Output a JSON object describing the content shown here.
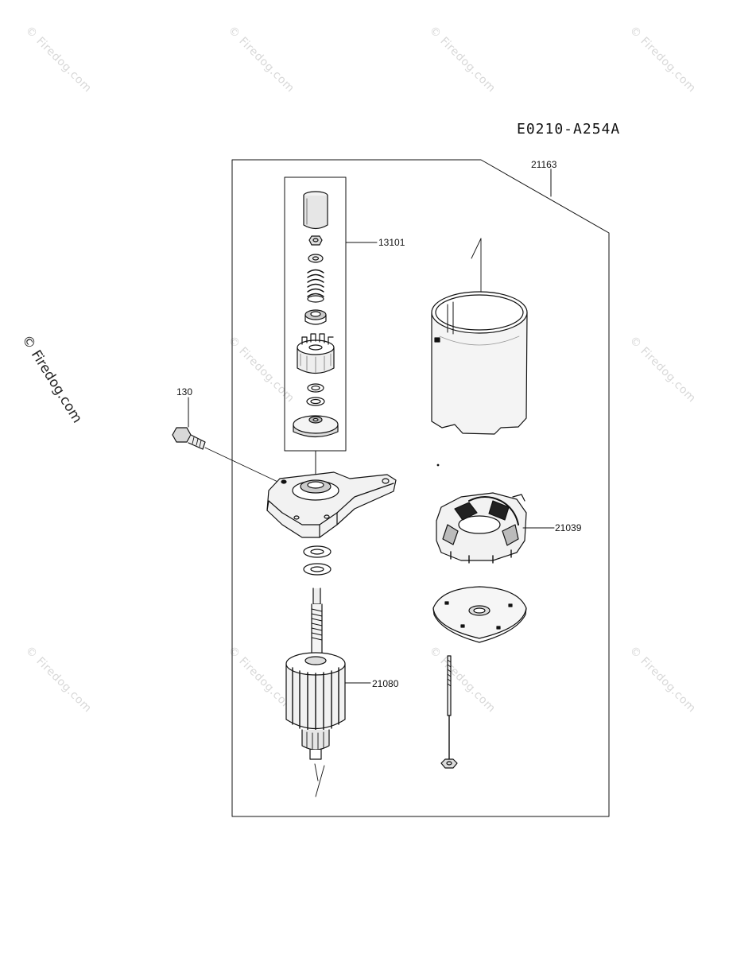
{
  "diagram": {
    "code": "E0210-A254A",
    "watermark": "© Firedog.com",
    "side_watermark": "© Firedog.com"
  },
  "parts": {
    "assembly": "21163",
    "drive_kit": "13101",
    "bolt": "130",
    "brush_holder": "21039",
    "armature": "21080"
  }
}
